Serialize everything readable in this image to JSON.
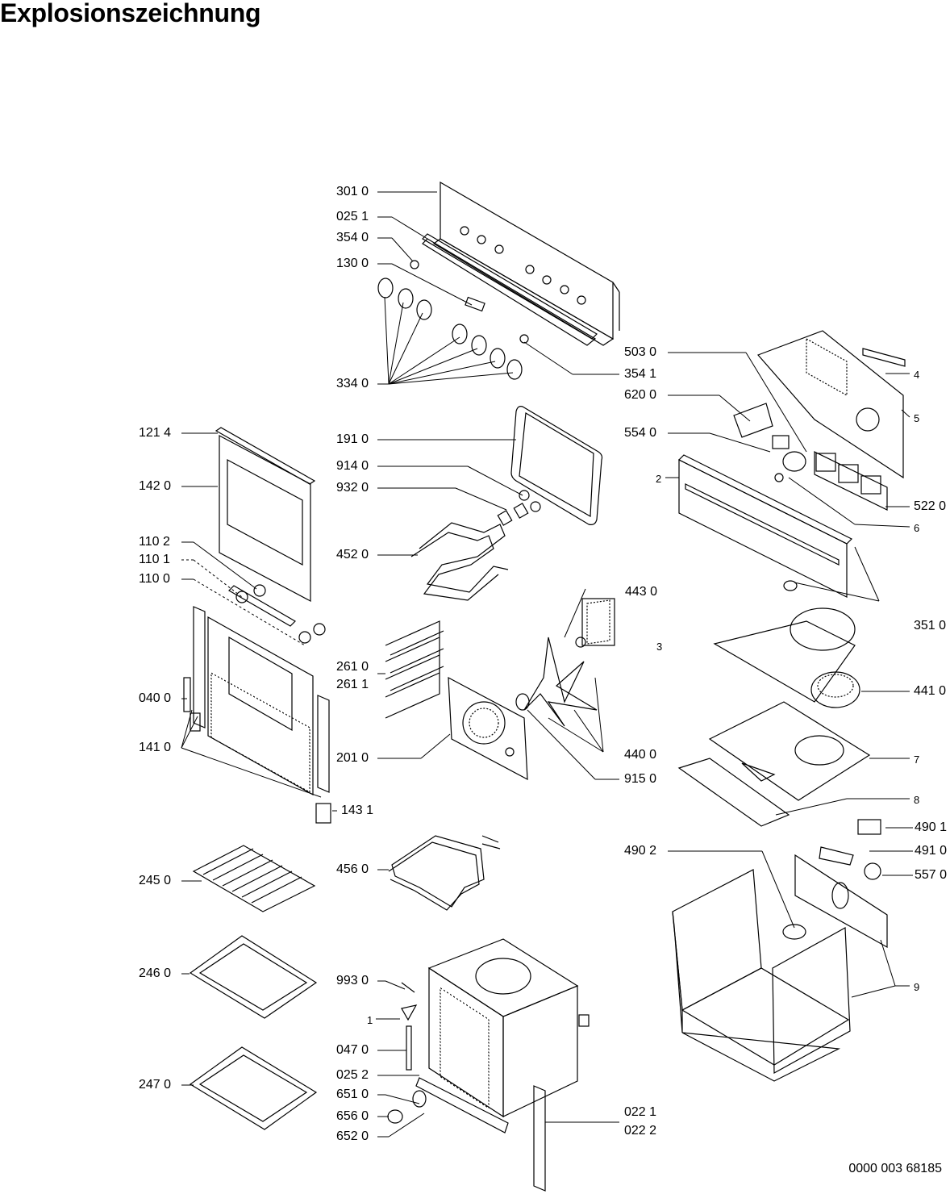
{
  "title": "Explosionszeichnung",
  "document_number": "0000 003 68185",
  "parts": {
    "p3010": "301 0",
    "p0251": "025 1",
    "p3540": "354 0",
    "p1300": "130 0",
    "p3340": "334 0",
    "p3541": "354 1",
    "p5030": "503 0",
    "p6200": "620 0",
    "p5540": "554 0",
    "p4": "4",
    "p5": "5",
    "p2": "2",
    "p5220": "522 0",
    "p6": "6",
    "p1214": "121 4",
    "p1420": "142 0",
    "p1910": "191 0",
    "p9140": "914 0",
    "p9320": "932 0",
    "p4520": "452 0",
    "p1102": "110 2",
    "p1101": "110 1",
    "p1100": "110 0",
    "p4430": "443 0",
    "p3510": "351 0",
    "p3": "3",
    "p2610": "261 0",
    "p2611": "261 1",
    "p0400": "040 0",
    "p4410": "441 0",
    "p1410": "141 0",
    "p2010": "201 0",
    "p4400": "440 0",
    "p9150": "915 0",
    "p7": "7",
    "p8": "8",
    "p1431": "143 1",
    "p4901": "490 1",
    "p4902": "490 2",
    "p4910": "491 0",
    "p4560": "456 0",
    "p5570": "557 0",
    "p2450": "245 0",
    "p9": "9",
    "p2460": "246 0",
    "p9930": "993 0",
    "p1": "1",
    "p0470": "047 0",
    "p2470": "247 0",
    "p0252": "025 2",
    "p6510": "651 0",
    "p6560": "656 0",
    "p6520": "652 0",
    "p0221": "022 1",
    "p0222": "022 2"
  }
}
